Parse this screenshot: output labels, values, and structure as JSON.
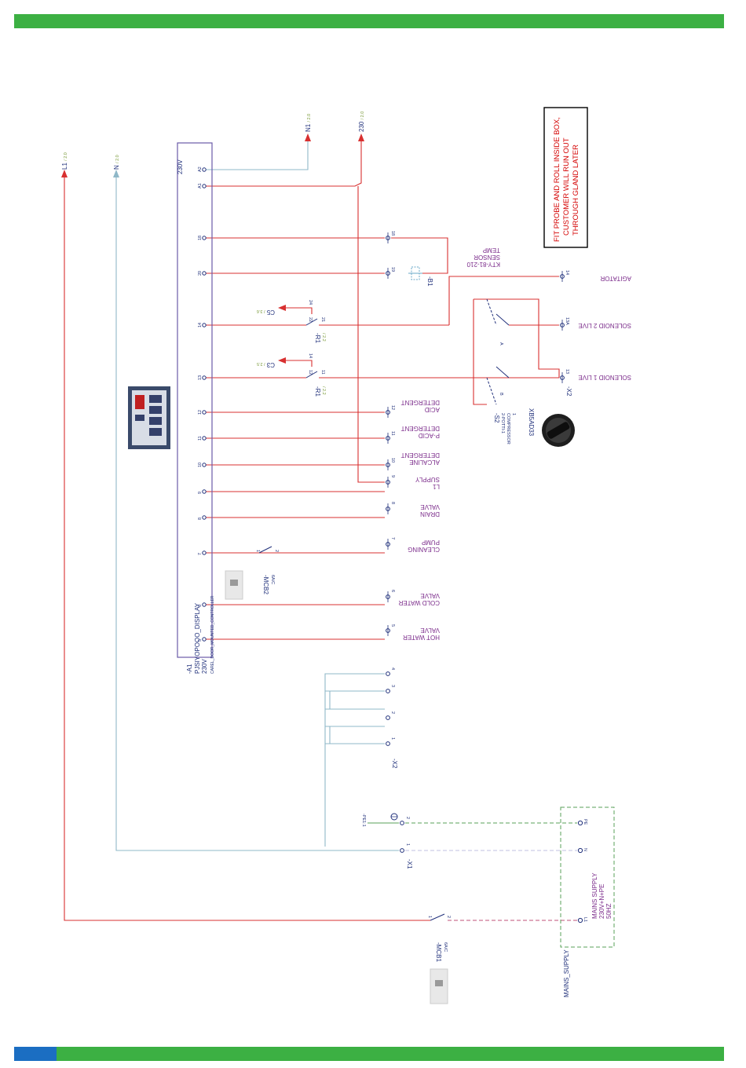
{
  "colors": {
    "bar": "#3cb043",
    "tab": "#1b6ec2",
    "live": "#d83030",
    "neutral": "#8fb8c8",
    "earth": "#5aa05a",
    "device": "#6a5aa8",
    "text_purple": "#7a2a8a",
    "text_blue": "#1f2f7a",
    "note_red": "#d40000"
  },
  "note": {
    "lines": [
      "FIT PROBE AND ROLL INSIDE BOX,",
      "CUSTOMER WILL RUN OUT",
      "THROUGH GLAND LATER"
    ]
  },
  "offpage": {
    "l1": {
      "label": "L1",
      "ref": "/ 2.0"
    },
    "n": {
      "label": "N",
      "ref": "/ 2.0"
    },
    "n1": {
      "label": "N1",
      "ref": "/ 2.0"
    },
    "v230": {
      "label": "230",
      "ref": "/ 2.0"
    },
    "c5": {
      "label": "C5",
      "ref": "/ 3.6"
    },
    "c3": {
      "label": "C3",
      "ref": "/ 2.5"
    }
  },
  "controller": {
    "voltage": "230V",
    "tag": "-A1",
    "model": "PJSIYOPOOO_DISPLAY",
    "model_voltage": "230V",
    "description": "CAREL_DOOR_MOUNTED_CONTROLLER",
    "pins": [
      "A2",
      "A1",
      "18",
      "20",
      "14",
      "13",
      "12",
      "11",
      "10",
      "9",
      "8",
      "7",
      "6",
      "5"
    ]
  },
  "outputs": [
    {
      "num": "18",
      "label": []
    },
    {
      "num": "19",
      "label": []
    },
    {
      "num": "14",
      "label": [
        "AGITATOR"
      ]
    },
    {
      "num": "13A",
      "label": [
        "SOLENOID 2 LIVE"
      ]
    },
    {
      "num": "13",
      "label": [
        "SOLENOID 1 LIVE"
      ]
    },
    {
      "num": "12",
      "label": [
        "DETERGENT",
        "ACID"
      ]
    },
    {
      "num": "11",
      "label": [
        "DETERGENT",
        "P-ACID"
      ]
    },
    {
      "num": "10",
      "label": [
        "DETERGENT",
        "ALCALINE"
      ]
    },
    {
      "num": "9",
      "label": [
        "SUPPLY",
        "L1"
      ]
    },
    {
      "num": "8",
      "label": [
        "VALVE",
        "DRAIN"
      ]
    },
    {
      "num": "7",
      "label": [
        "PUMP",
        "CLEANING"
      ]
    },
    {
      "num": "6",
      "label": [
        "VALVE",
        "COLD WATER"
      ]
    },
    {
      "num": "5",
      "label": [
        "VALVE",
        "HOT WATER"
      ]
    }
  ],
  "terminal_x2_tag": "-X2",
  "temp_sensor": {
    "tag": "-B1",
    "label": [
      "TEMP",
      "SENSOR",
      "KTY-81-210"
    ]
  },
  "relays": [
    {
      "tag": "-R1",
      "ref": "/ 2.2",
      "pins": [
        "22",
        "21",
        "24"
      ]
    },
    {
      "tag": "-R1",
      "ref": "/ 2.2",
      "pins": [
        "12",
        "11",
        "14"
      ]
    }
  ],
  "selector": {
    "tag": "-S2",
    "label": [
      "2-POTTI-1",
      "COMPRESSOR",
      "1"
    ],
    "part": "XB5AD33",
    "pos_a": "A",
    "pos_b": "B"
  },
  "mcb2": {
    "tag": "-MCB2",
    "rating": "6A/C",
    "pins": [
      "1",
      "2"
    ]
  },
  "mcb1": {
    "tag": "-MCB1",
    "rating": "6A/C",
    "pins": [
      "1",
      "2"
    ]
  },
  "x2_lower": {
    "tag": "-X2",
    "pins": [
      "1",
      "2",
      "3",
      "4"
    ]
  },
  "x1": {
    "tag": "-X1",
    "pins": [
      "1",
      "2"
    ]
  },
  "pe_tag": "-PE1:1",
  "mains": {
    "tag": "MAINS_SUPPLY",
    "label": [
      "MAINS SUPPLY",
      "230V+N+PE",
      "50HZ"
    ],
    "pins": [
      "L1",
      "N",
      "PE"
    ]
  }
}
